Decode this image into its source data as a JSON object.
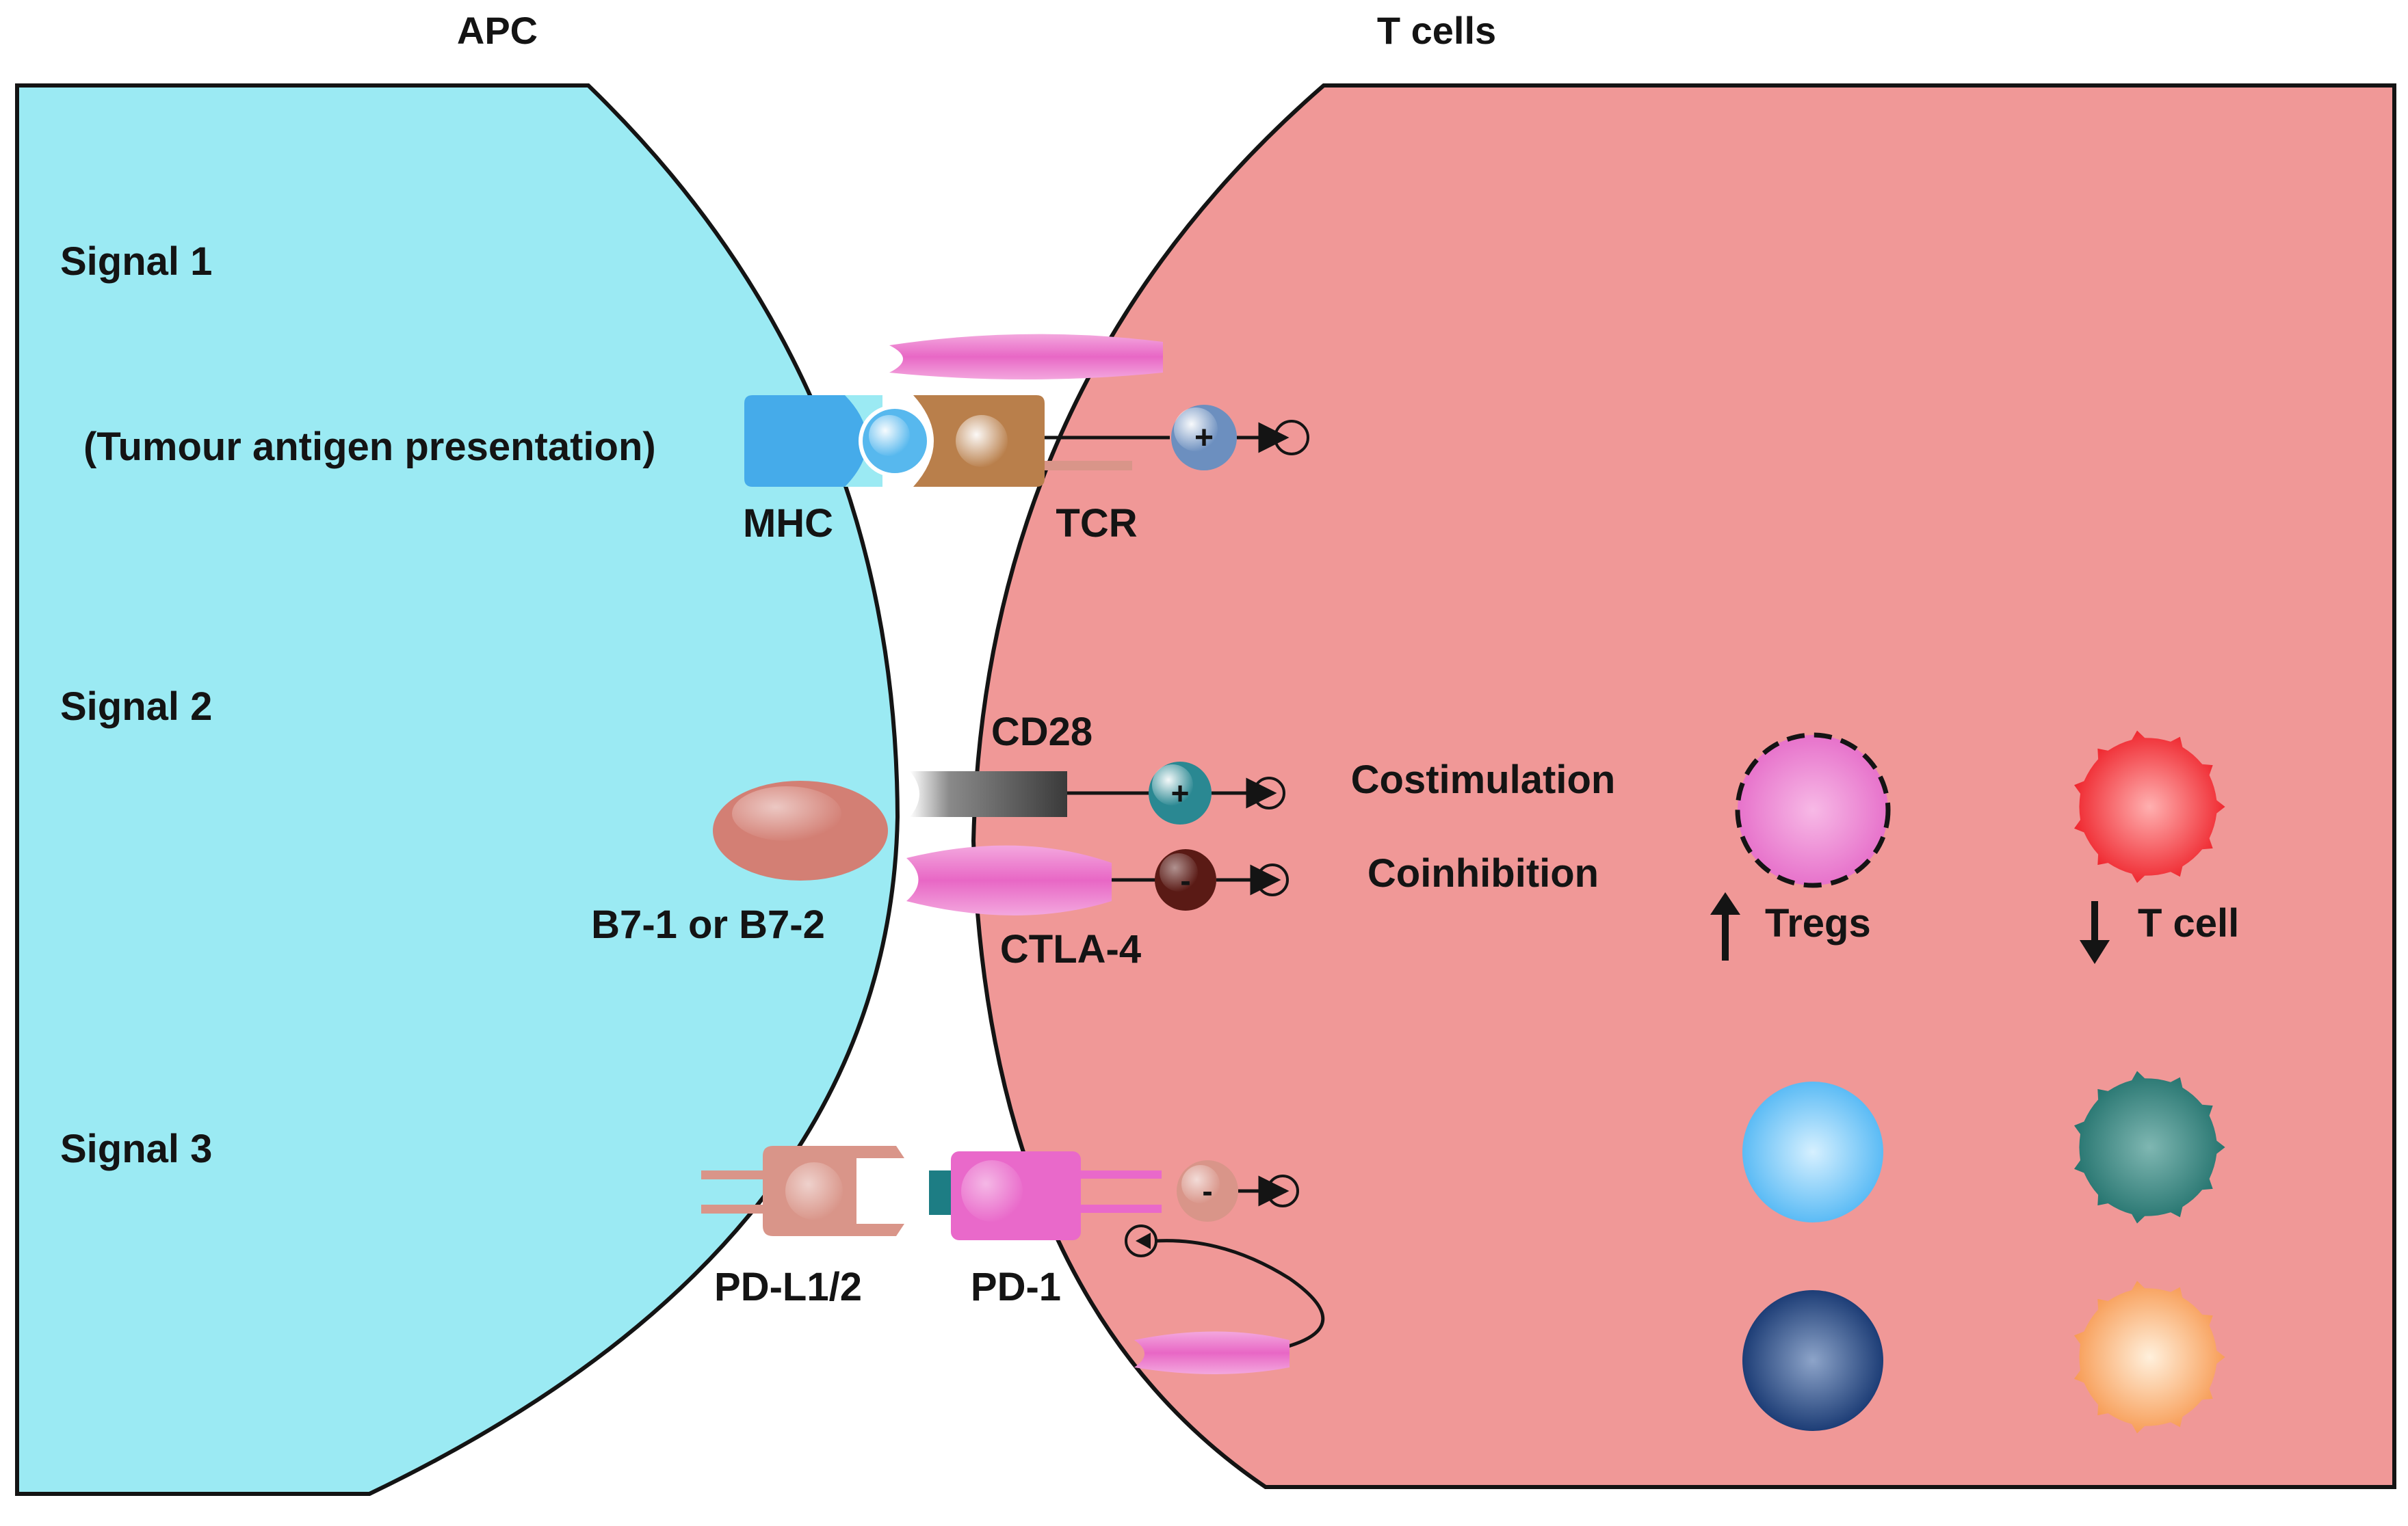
{
  "headers": {
    "apc": "APC",
    "t_cells": "T cells"
  },
  "signals": {
    "signal1": {
      "title": "Signal 1",
      "subtitle": "(Tumour antigen presentation)"
    },
    "signal2": {
      "title": "Signal 2"
    },
    "signal3": {
      "title": "Signal 3"
    }
  },
  "molecules": {
    "mhc": "MHC",
    "tcr": "TCR",
    "cd28": "CD28",
    "b7": "B7-1 or B7-2",
    "ctla4": "CTLA-4",
    "pdl": "PD-L1/2",
    "pd1": "PD-1"
  },
  "outcomes": {
    "costimulation": "Costimulation",
    "coinhibition": "Coinhibition",
    "tregs": "Tregs",
    "t_cell": "T cell"
  },
  "colors": {
    "apc": "#9BEAF3",
    "t_cell_bg": "#F09897",
    "outline": "#141414",
    "mhc": "#45ABEA",
    "tcr": "#B97F4B",
    "ctla4": "#E867C5",
    "b7": "#D37F74",
    "pdl": "#D99589",
    "pd1": "#E969CA",
    "treg_up": "#E56BC8",
    "tcell_down": "#EE1C24",
    "cell_light_blue": "#4FB6F4",
    "cell_navy": "#12336E",
    "cell_teal": "#1D6E69",
    "cell_orange": "#F7954A"
  },
  "icons": {
    "plus_sign": "+",
    "minus_sign": "-",
    "up_arrow": "up-arrow-icon",
    "down_arrow": "down-arrow-icon"
  }
}
